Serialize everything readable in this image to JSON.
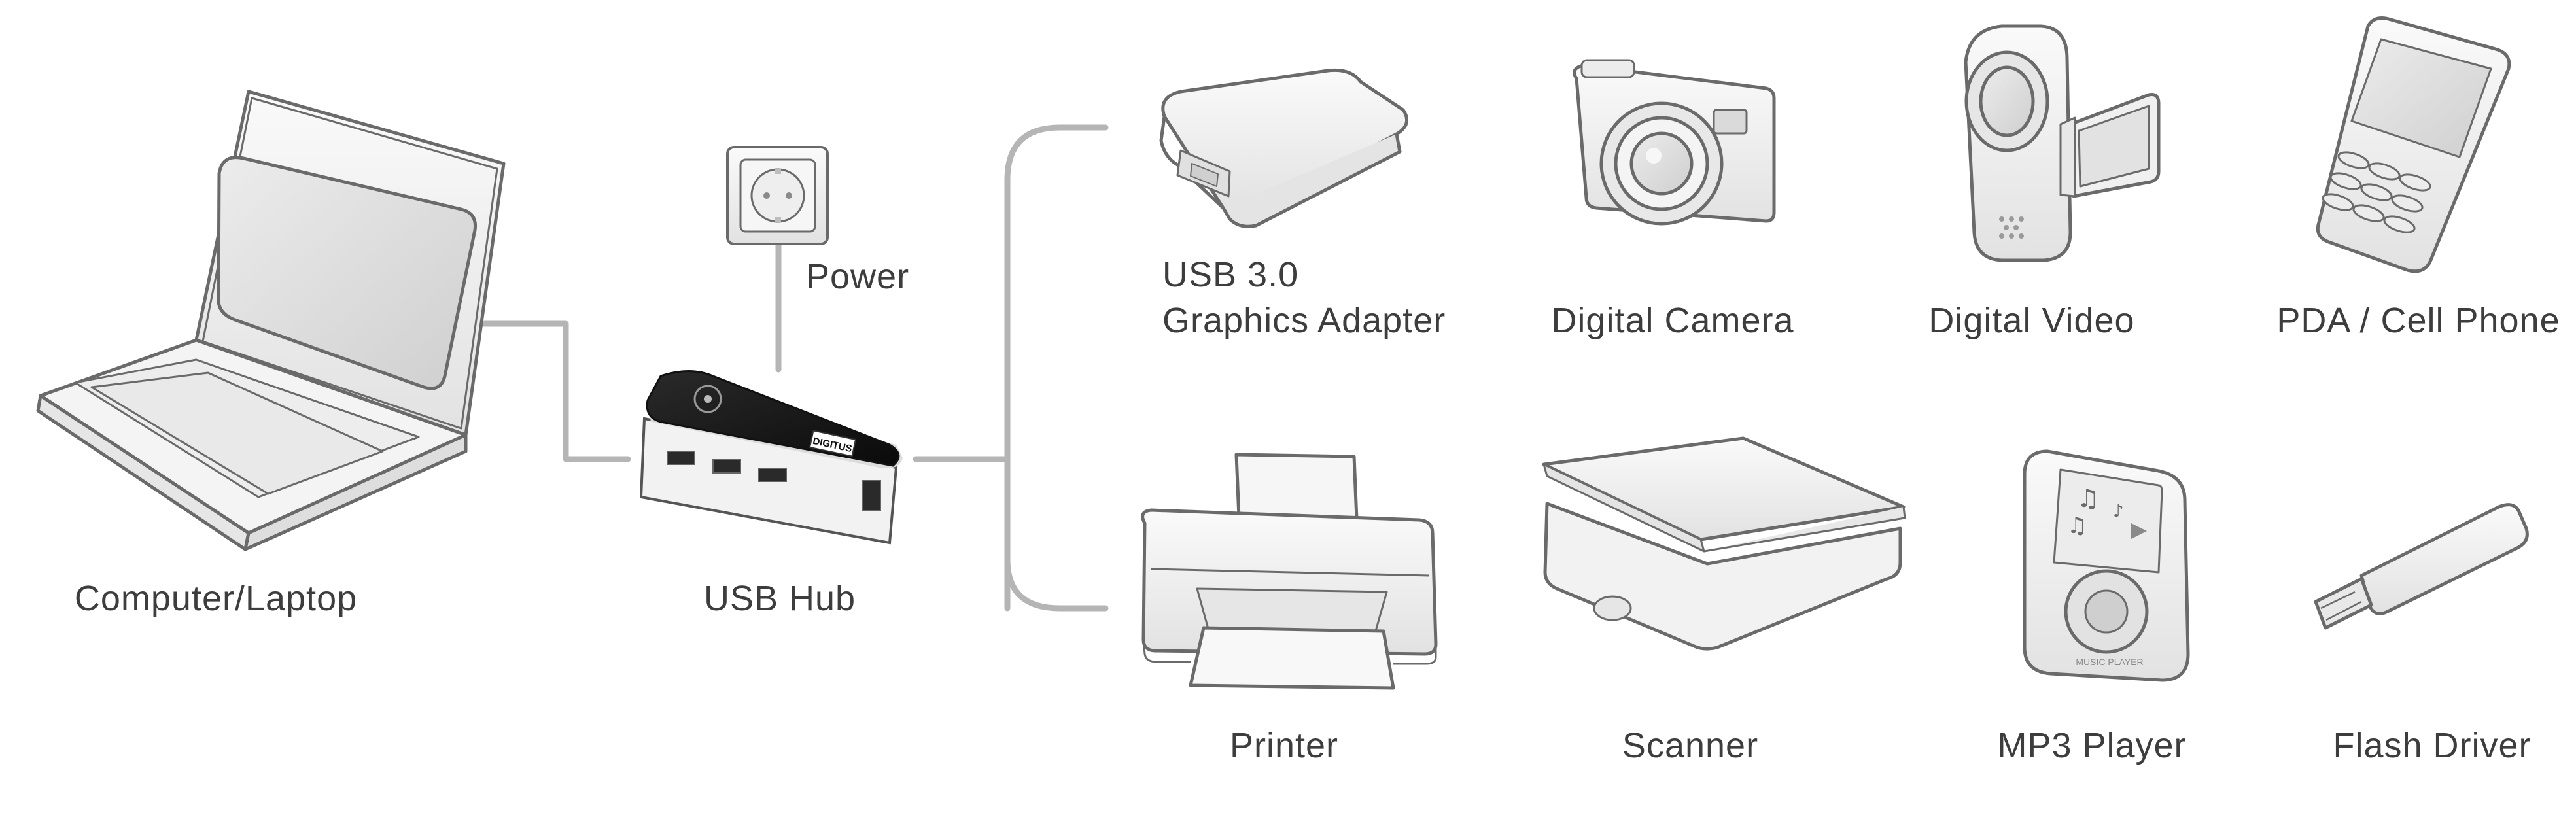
{
  "labels": {
    "computer": "Computer/Laptop",
    "hub": "USB Hub",
    "power": "Power",
    "graphics_line1": "USB 3.0",
    "graphics_line2": "Graphics Adapter",
    "camera": "Digital Camera",
    "video": "Digital Video",
    "phone": "PDA / Cell Phone",
    "printer": "Printer",
    "scanner": "Scanner",
    "mp3": "MP3 Player",
    "flash": "Flash Driver"
  },
  "device_text": {
    "hub_brand": "DIGITUS",
    "mp3_brand": "MUSIC PLAYER"
  },
  "colors": {
    "connector": "#b5b5b5",
    "sketch_stroke": "#6a6a6a",
    "sketch_fill": "#f1f1f1",
    "screen_fill": "#dcdcdc",
    "hub_body": "#141414",
    "label_text": "#3d3d3d"
  }
}
